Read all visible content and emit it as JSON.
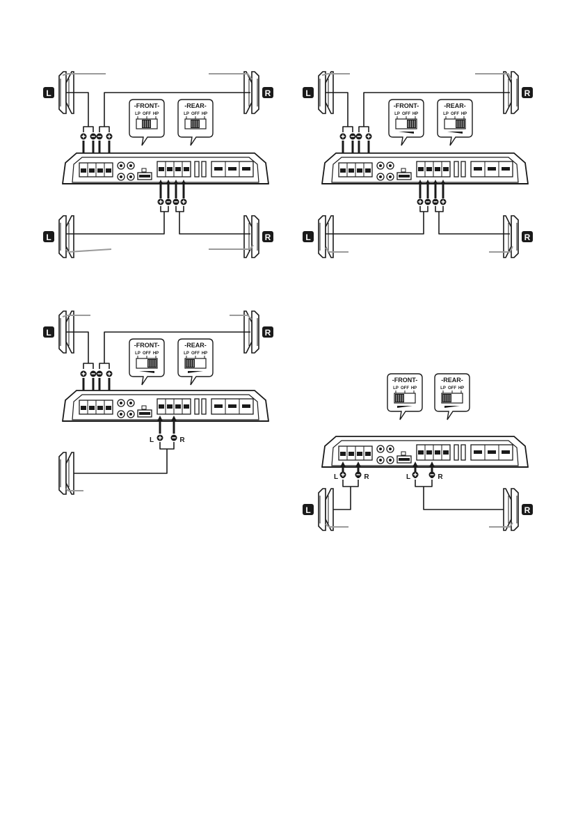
{
  "colors": {
    "ink": "#1a1a1a",
    "gray": "#9a9a9a",
    "light": "#f2f2f2",
    "white": "#ffffff"
  },
  "labels": {
    "left": "L",
    "right": "R",
    "front": "-FRONT-",
    "rear": "-REAR-",
    "lp": "LP",
    "off": "OFF",
    "hp": "HP",
    "plus": "+",
    "minus": "−"
  },
  "diagrams": [
    {
      "front_switch": "OFF",
      "rear_switch": "OFF"
    },
    {
      "front_switch": "HP",
      "rear_switch": "HP"
    },
    {
      "front_switch": "HP",
      "rear_switch": "LP"
    },
    {
      "front_switch": "LP",
      "rear_switch": "LP"
    }
  ]
}
